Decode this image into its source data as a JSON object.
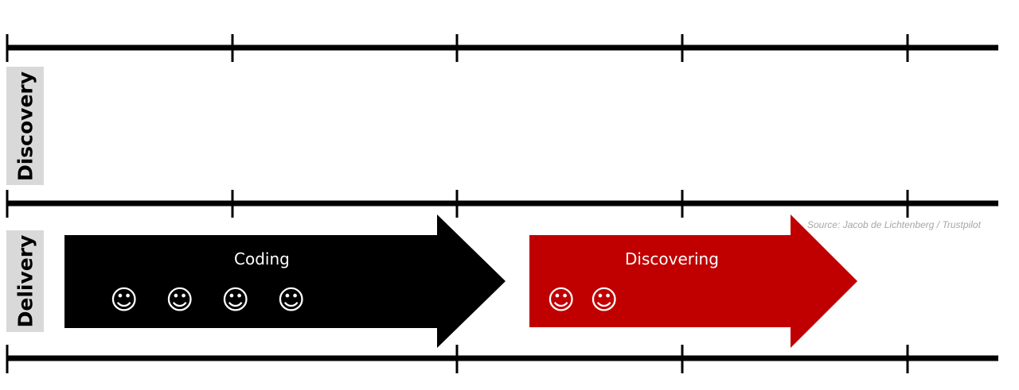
{
  "lanes": {
    "discovery": "Discovery",
    "delivery": "Delivery"
  },
  "arrows": [
    {
      "label": "Coding",
      "color": "#000000",
      "smileys": 4
    },
    {
      "label": "Discovering",
      "color": "#c00000",
      "smileys": 2
    }
  ],
  "smiley_glyph": "☺",
  "source": "Source: Jacob de Lichtenberg / Trustpilot"
}
